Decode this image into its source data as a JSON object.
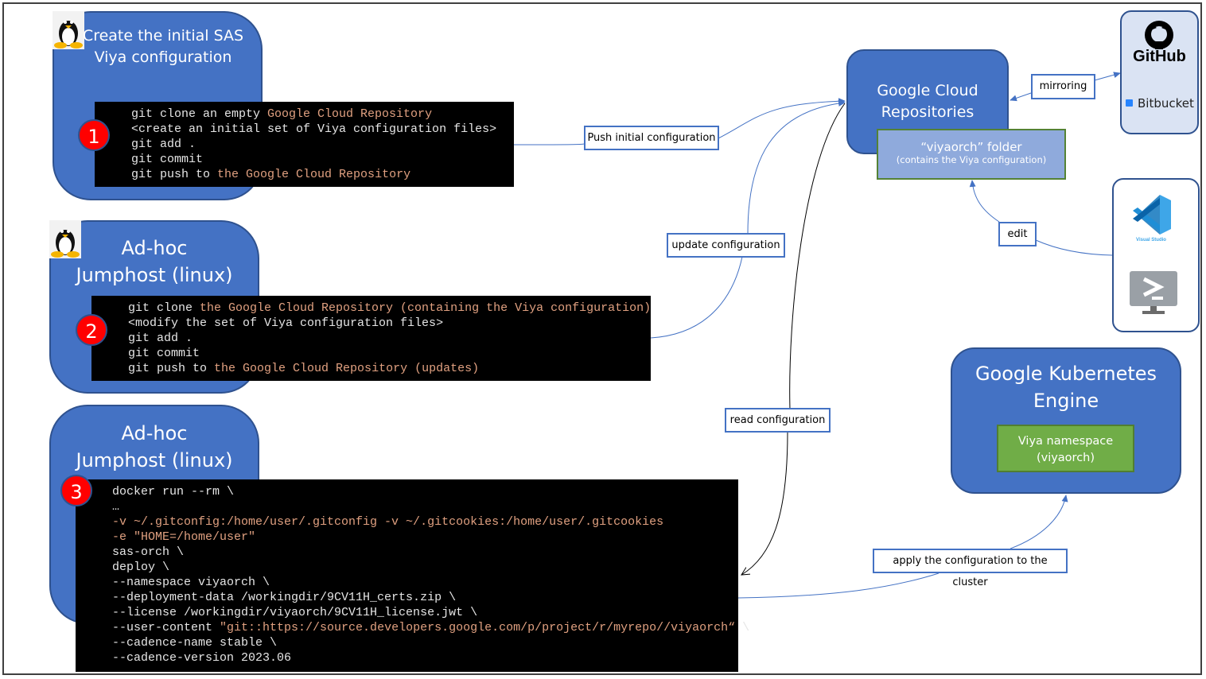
{
  "steps": [
    {
      "badge": "1",
      "host_title_lines": [
        "Create the initial SAS",
        "Viya configuration"
      ],
      "code_lines": [
        [
          {
            "t": "git clone an empty "
          },
          {
            "t": "Google Cloud Repository",
            "hl": true
          }
        ],
        [
          {
            "t": "<create an initial set of Viya configuration files>"
          }
        ],
        [
          {
            "t": "git add ."
          }
        ],
        [
          {
            "t": "git commit"
          }
        ],
        [
          {
            "t": "git push to "
          },
          {
            "t": "the Google Cloud Repository",
            "hl": true
          }
        ]
      ]
    },
    {
      "badge": "2",
      "host_title_lines": [
        "Ad-hoc",
        "Jumphost (linux)"
      ],
      "code_lines": [
        [
          {
            "t": "git clone "
          },
          {
            "t": "the Google Cloud Repository (containing the Viya configuration)",
            "hl": true
          }
        ],
        [
          {
            "t": "<modify the set of Viya configuration files>"
          }
        ],
        [
          {
            "t": "git add ."
          }
        ],
        [
          {
            "t": "git commit"
          }
        ],
        [
          {
            "t": "git push to "
          },
          {
            "t": "the Google Cloud Repository (updates)",
            "hl": true
          }
        ]
      ]
    },
    {
      "badge": "3",
      "host_title_lines": [
        "Ad-hoc",
        "Jumphost (linux)"
      ],
      "code_lines": [
        [
          {
            "t": "docker run --rm \\"
          }
        ],
        [
          {
            "t": "…"
          }
        ],
        [
          {
            "t": "-v ~/.gitconfig:/home/user/.gitconfig -v ~/.gitcookies:/home/user/.gitcookies",
            "hl": true
          }
        ],
        [
          {
            "t": "-e \"HOME=/home/user\"",
            "hl": true
          }
        ],
        [
          {
            "t": "sas-orch \\"
          }
        ],
        [
          {
            "t": "deploy \\"
          }
        ],
        [
          {
            "t": "--namespace viyaorch \\"
          }
        ],
        [
          {
            "t": "--deployment-data /workingdir/9CV11H_certs.zip \\"
          }
        ],
        [
          {
            "t": "--license /workingdir/viyaorch/9CV11H_license.jwt \\"
          }
        ],
        [
          {
            "t": "--user-content "
          },
          {
            "t": "\"git::https://source.developers.google.com/p/project/r/myrepo//viyaorch“",
            "hl": true
          },
          {
            "t": " \\"
          }
        ],
        [
          {
            "t": "--cadence-name stable \\"
          }
        ],
        [
          {
            "t": "--cadence-version 2023.06"
          }
        ]
      ]
    }
  ],
  "repo": {
    "title_lines": [
      "Google Cloud",
      "Repositories"
    ],
    "folder_title": "“viyaorch” folder",
    "folder_subtitle": "(contains the Viya configuration)"
  },
  "mirrors": {
    "github_label": "GitHub",
    "bitbucket_label": "Bitbucket"
  },
  "editors": {
    "vscode_label": "Visual Studio"
  },
  "gke": {
    "title_lines": [
      "Google Kubernetes",
      "Engine"
    ],
    "namespace_lines": [
      "Viya namespace",
      "(viyaorch)"
    ]
  },
  "connectors": {
    "push_initial": "Push initial configuration",
    "update": "update configuration",
    "read": "read configuration",
    "apply": "apply the configuration to the cluster",
    "mirroring": "mirroring",
    "edit": "edit"
  },
  "colors": {
    "host_blue": "#4472c4",
    "badge_red": "#ff0000",
    "code_highlight": "#e0a080",
    "namespace_green": "#70ad47",
    "folder_blue": "#8faadc"
  }
}
